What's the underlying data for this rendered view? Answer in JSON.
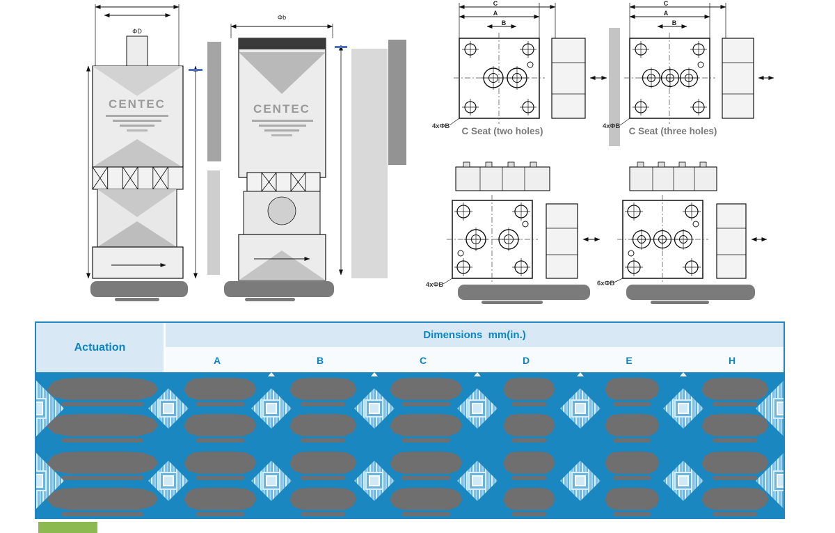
{
  "drawings": {
    "watermark": "CENTEC",
    "labels": {
      "phi_d": "ΦD",
      "phi_b": "Φb",
      "dim_c": "C",
      "dim_a": "A",
      "dim_b": "B"
    },
    "notes": {
      "four_holes_note": "4xΦB",
      "six_holes_note": "6xΦB"
    },
    "captions": {
      "two_holes": "C Seat (two holes)",
      "three_holes": "C Seat (three holes)"
    }
  },
  "table": {
    "header": {
      "actuation": "Actuation",
      "dimensions": "Dimensions  mm(in.)"
    },
    "columns": [
      "A",
      "B",
      "C",
      "D",
      "E",
      "H"
    ],
    "body_rows_obscured": 4,
    "body_columns": 7
  },
  "colors": {
    "table_header_bg": "#d8e8f4",
    "table_subheader_bg": "#f8fbfe",
    "table_header_text": "#0a86c7",
    "table_border": "#2187c0",
    "table_body_bg": "#1a87c1",
    "obscured_blob_gray": "#6f6f6f",
    "badge_green": "#8cba50",
    "blue_mark": "#4a6fc4"
  },
  "badge": {
    "label": ""
  }
}
